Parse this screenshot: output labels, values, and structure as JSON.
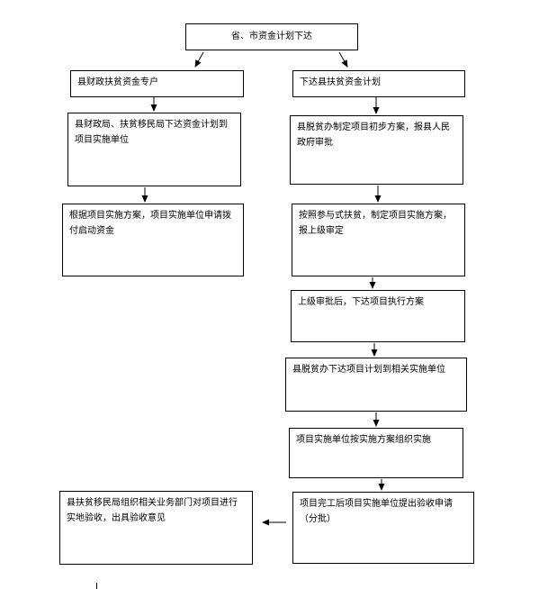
{
  "flowchart": {
    "top": "省、市资金计划下达",
    "left": [
      "县财政扶贫资金专户",
      "县财政局、扶贫移民局下达资金计划到项目实施单位",
      "根据项目实施方案，项目实施单位申请拨付启动资金"
    ],
    "right": [
      "下达县扶贫资金计划",
      "县脱贫办制定项目初步方案，报县人民政府审批",
      "按照参与式扶贫，制定项目实施方案，报上级审定",
      "上级审批后，下达项目执行方案",
      "县脱贫办下达项目计划到相关实施单位",
      "项目实施单位按实施方案组织实施",
      "项目完工后项目实施单位提出验收申请（分批）"
    ],
    "acceptance": "县扶贫移民局组织相关业务部门对项目进行实地验收，出具验收意见"
  }
}
